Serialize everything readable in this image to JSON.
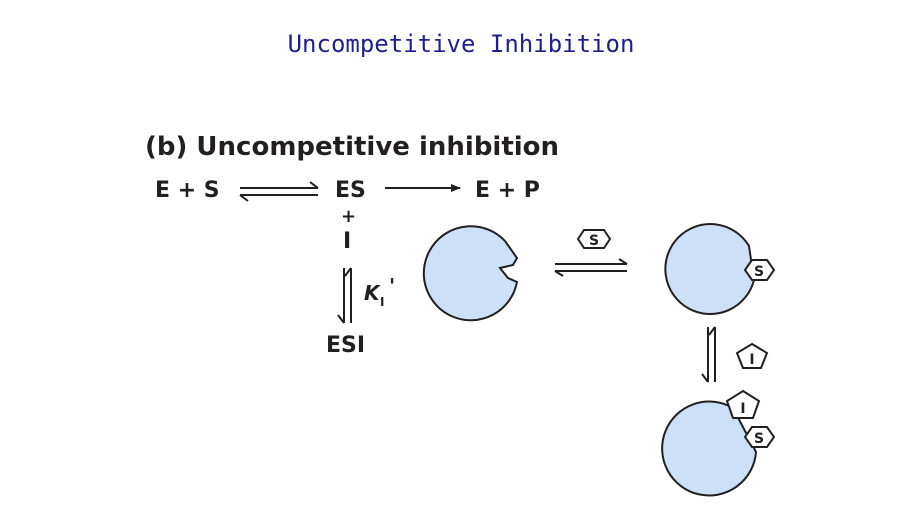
{
  "slide_title": "Uncompetitive Inhibition",
  "figure": {
    "heading": "(b) Uncompetitive inhibition",
    "scheme": {
      "e_plus_s": "E + S",
      "es": "ES",
      "e_plus_p": "E + P",
      "plus": "+",
      "inhibitor": "I",
      "ki_symbol": "K",
      "ki_subscript": "I",
      "ki_prime": "'",
      "esi": "ESI"
    },
    "cartoon": {
      "substrate_label": "S",
      "inhibitor_label": "I"
    },
    "colors": {
      "enzyme_fill": "#cce0f7",
      "outline": "#231f20",
      "title": "#1f1f8f"
    }
  }
}
